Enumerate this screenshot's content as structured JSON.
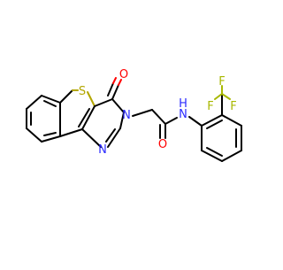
{
  "molecule": {
    "colors": {
      "bond": "#000000",
      "sulfur": "#b3a600",
      "oxygen": "#ff0000",
      "nitrogen": "#2b2bff",
      "fluorine": "#a8b800"
    },
    "atom_labels": {
      "S": "S",
      "O_ring": "O",
      "N_ring": "N",
      "N_ring2": "N",
      "O_amide": "O",
      "NH": "N",
      "H": "H",
      "F1": "F",
      "F2": "F",
      "F3": "F"
    }
  }
}
